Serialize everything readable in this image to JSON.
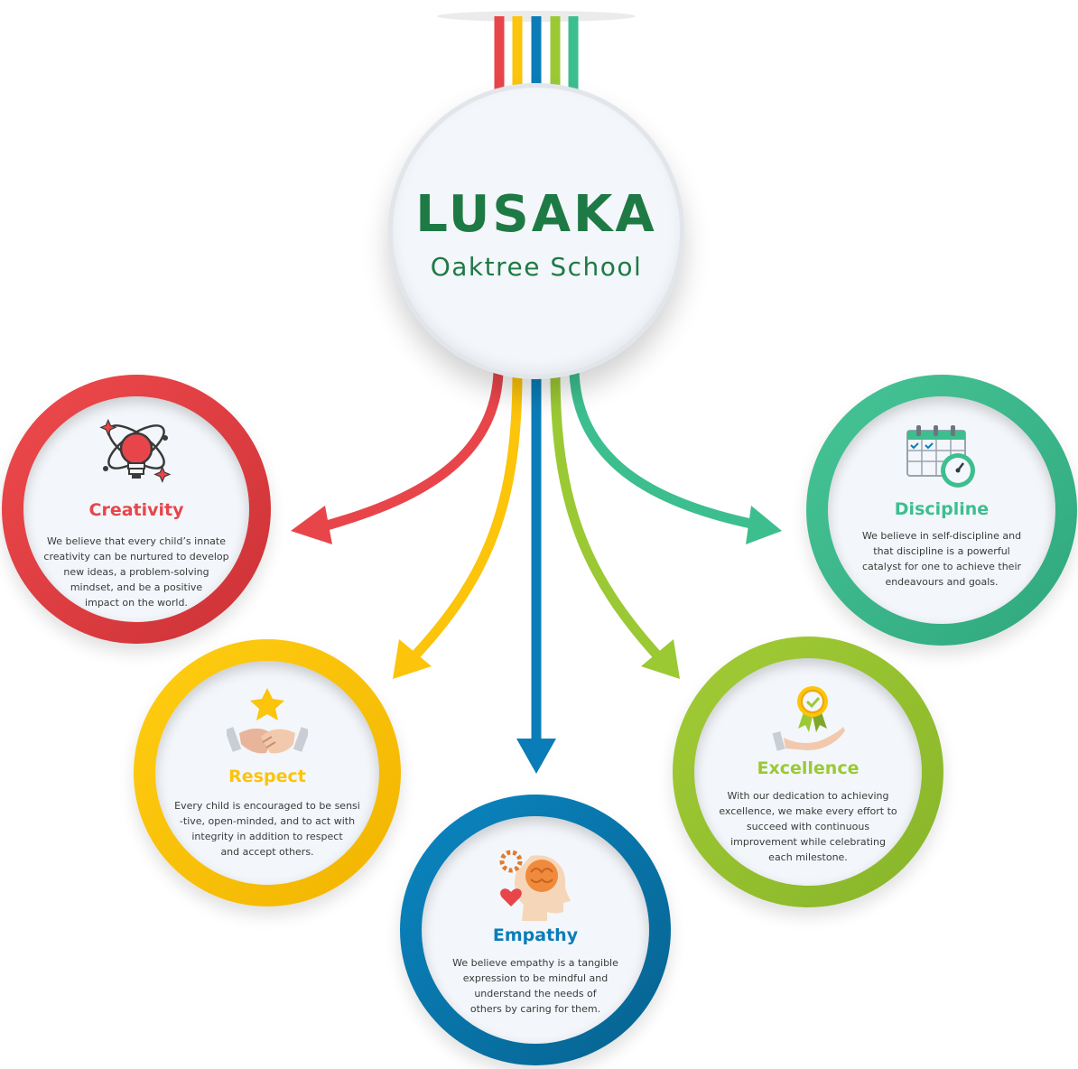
{
  "school": {
    "name": "LUSAKA",
    "subtitle": "Oaktree School"
  },
  "colors": {
    "brand_green": "#1e7a44",
    "red": "#e8454a",
    "yellow": "#fcc40a",
    "blue": "#0a7db8",
    "lime": "#9bc934",
    "teal": "#3dbe8f"
  },
  "values": [
    {
      "key": "creativity",
      "title": "Creativity",
      "icon": "lightbulb-atom-icon",
      "description_lines": [
        "We believe that every child’s innate",
        "creativity can be nurtured to develop",
        "new ideas, a problem-solving",
        "mindset, and be a positive",
        "impact on the world."
      ]
    },
    {
      "key": "respect",
      "title": "Respect",
      "icon": "handshake-star-icon",
      "description_lines": [
        "Every child is encouraged to be sensi",
        "-tive, open-minded, and to act with",
        "integrity in addition to respect",
        "and accept others."
      ]
    },
    {
      "key": "empathy",
      "title": "Empathy",
      "icon": "head-brain-heart-icon",
      "description_lines": [
        "We believe empathy is a tangible",
        "expression to be mindful and",
        "understand the needs of",
        "others by caring for them."
      ]
    },
    {
      "key": "excellence",
      "title": "Excellence",
      "icon": "award-hand-icon",
      "description_lines": [
        "With our dedication to achieving",
        "excellence, we make every effort to",
        "succeed with continuous",
        "improvement while celebrating",
        "each milestone."
      ]
    },
    {
      "key": "discipline",
      "title": "Discipline",
      "icon": "calendar-clock-icon",
      "description_lines": [
        "We believe in self-discipline and",
        "that discipline is a powerful",
        "catalyst for one to achieve their",
        "endeavours and goals."
      ]
    }
  ]
}
